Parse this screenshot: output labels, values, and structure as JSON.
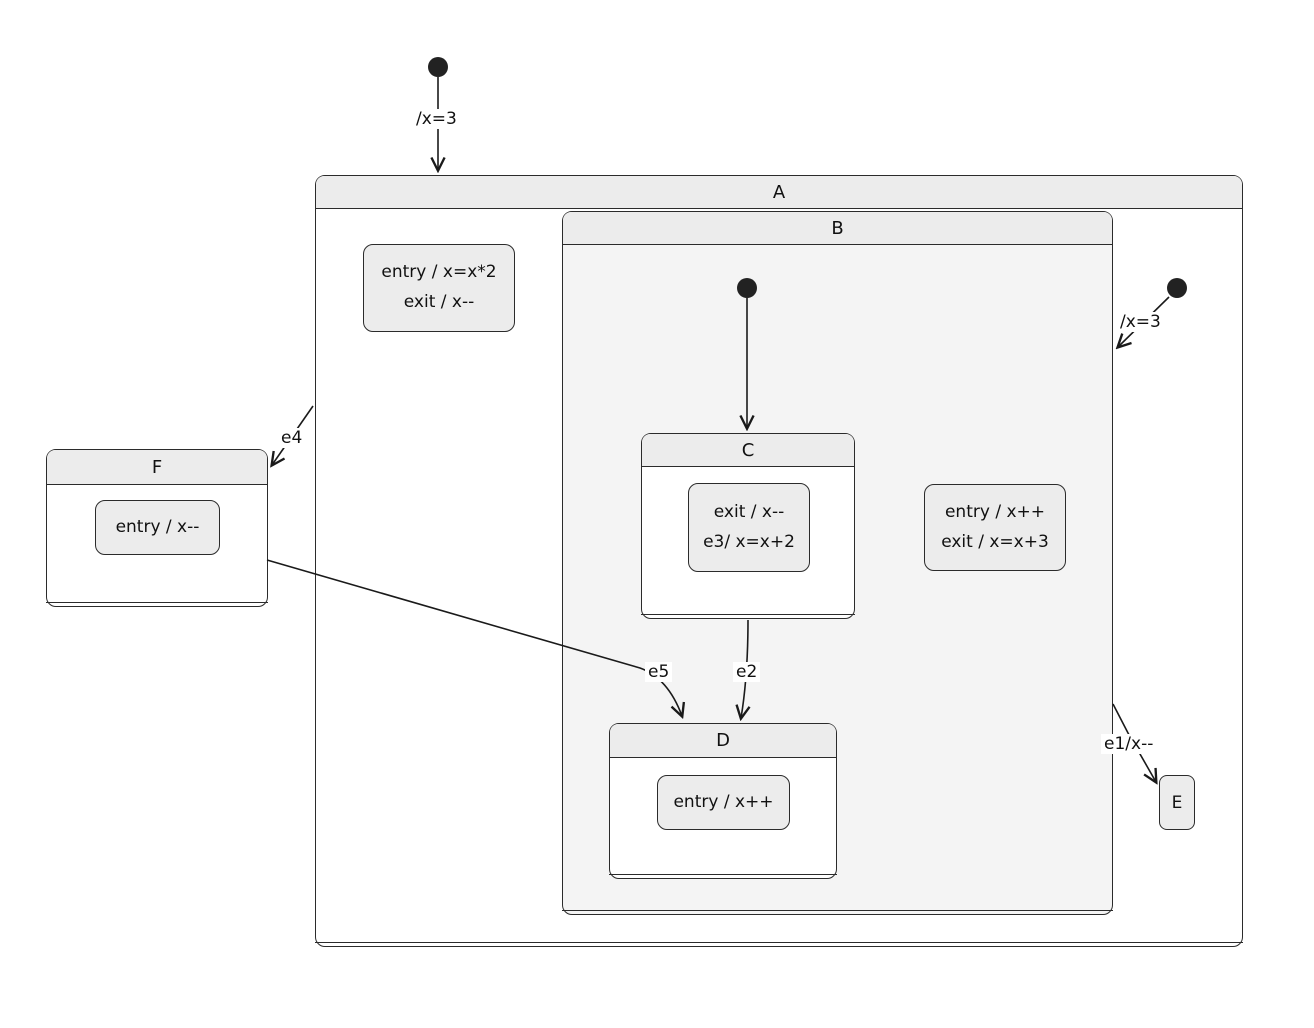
{
  "states": {
    "A": {
      "title": "A",
      "actions": [
        "entry / x=x*2",
        "exit / x--"
      ]
    },
    "B": {
      "title": "B",
      "actions": [
        "entry / x++",
        "exit / x=x+3"
      ]
    },
    "C": {
      "title": "C",
      "actions": [
        "exit / x--",
        "e3/ x=x+2"
      ]
    },
    "D": {
      "title": "D",
      "actions": [
        "entry / x++"
      ]
    },
    "E": {
      "title": "E"
    },
    "F": {
      "title": "F",
      "actions": [
        "entry / x--"
      ]
    }
  },
  "transitions": {
    "init_top": {
      "label": "/x=3"
    },
    "init_right": {
      "label": "/x=3"
    },
    "e1": {
      "label": "e1/x--"
    },
    "e2": {
      "label": "e2"
    },
    "e4": {
      "label": "e4"
    },
    "e5": {
      "label": "e5"
    }
  },
  "colors": {
    "border": "#2b2b2b",
    "header_fill": "#ececec",
    "composite_fill": "#f4f4f4",
    "state_fill": "#ffffff"
  }
}
